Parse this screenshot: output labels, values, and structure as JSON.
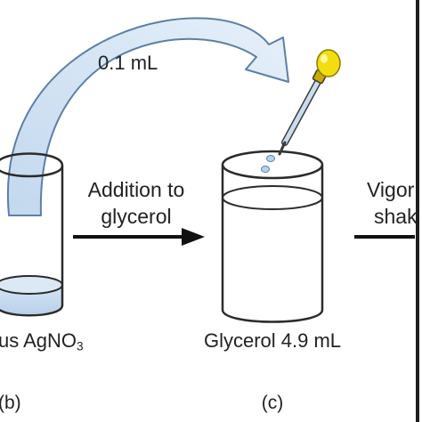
{
  "transfer_volume_label": "0.1 mL",
  "step_addition": {
    "line1": "Addition to",
    "line2": "glycerol"
  },
  "step_shaking": {
    "line1": "Vigor",
    "line2": "shak"
  },
  "beaker_b": {
    "label_main": "us AgNO",
    "label_sub": "3",
    "panel_label": "(b)"
  },
  "beaker_c": {
    "label": "Glycerol 4.9 mL",
    "panel_label": "(c)"
  },
  "colors": {
    "curved_arrow_fill": "#cfe2f3",
    "curved_arrow_stroke": "#5d7fa6",
    "liquid_fill": "#c4daef",
    "beaker_stroke": "#2b2b2b",
    "bulb": "#f2dd10",
    "dropper_tube": "#c9dcef",
    "frame_border": "#1e1e1e"
  },
  "icons": [
    "curved-transfer-arrow",
    "beaker",
    "dropper-pipette",
    "right-arrow"
  ]
}
